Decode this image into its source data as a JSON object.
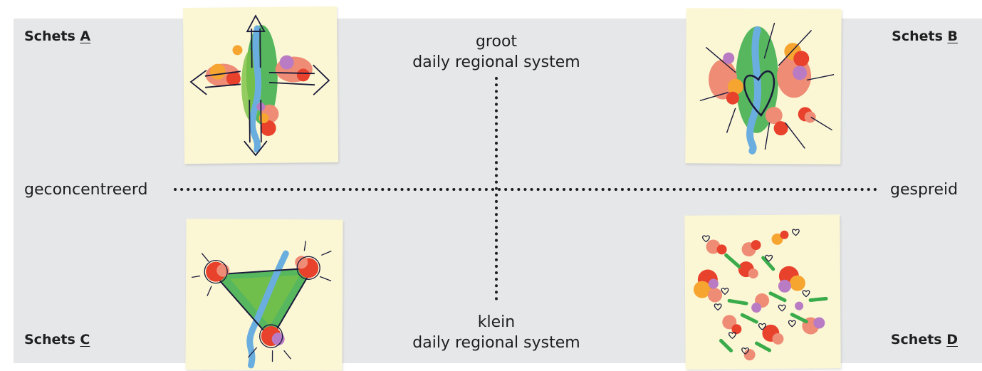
{
  "sketches": {
    "a": {
      "prefix": "Schets ",
      "letter": "A"
    },
    "b": {
      "prefix": "Schets ",
      "letter": "B"
    },
    "c": {
      "prefix": "Schets ",
      "letter": "C"
    },
    "d": {
      "prefix": "Schets ",
      "letter": "D"
    }
  },
  "axis": {
    "top_line1": "groot",
    "top_line2": "daily regional system",
    "bottom_line1": "klein",
    "bottom_line2": "daily regional system",
    "left": "geconcentreerd",
    "right": "gespreid"
  },
  "colors": {
    "band": "#e6e7e8",
    "note": "#fbf7d5",
    "green": "#3aab4a",
    "light_green": "#7bc043",
    "blue": "#6aaee0",
    "red": "#e8412c",
    "orange": "#f7a531",
    "salmon": "#ef8c75",
    "purple": "#b97cc4",
    "ink": "#1a1a3a"
  }
}
